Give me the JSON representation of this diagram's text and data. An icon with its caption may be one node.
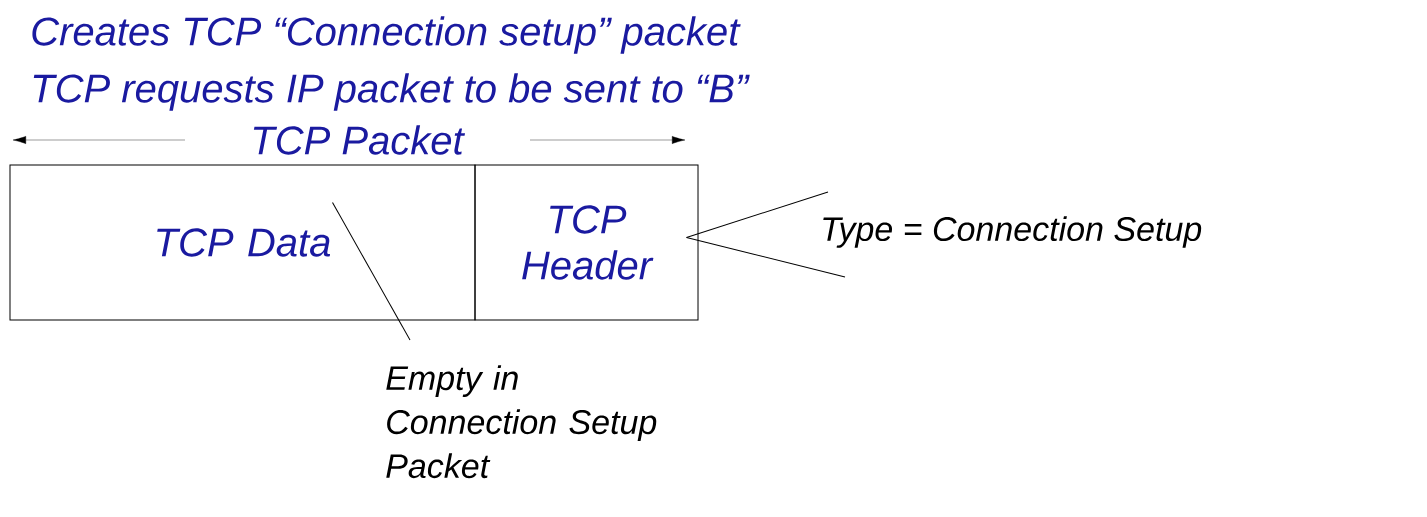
{
  "diagram": {
    "nodes": [
      {
        "text": [
          "TCP Data"
        ]
      },
      {
        "text": [
          "TCP Header"
        ]
      },
      {
        "text": [
          "Type = Connection Setup"
        ]
      },
      {
        "text": [
          "Empty in Connection Setup Packet"
        ]
      }
    ],
    "edges": [
      {
        "from": 2,
        "to": 1,
        "arrow": "none"
      },
      {
        "from": 2,
        "to": 1,
        "arrow": "none"
      },
      {
        "from": 3,
        "to": 0,
        "arrow": "none"
      }
    ],
    "labels": [
      "Creates TCP “Connection setup” packet",
      "TCP requests IP packet to be sent to “B”",
      "TCP Packet"
    ]
  }
}
